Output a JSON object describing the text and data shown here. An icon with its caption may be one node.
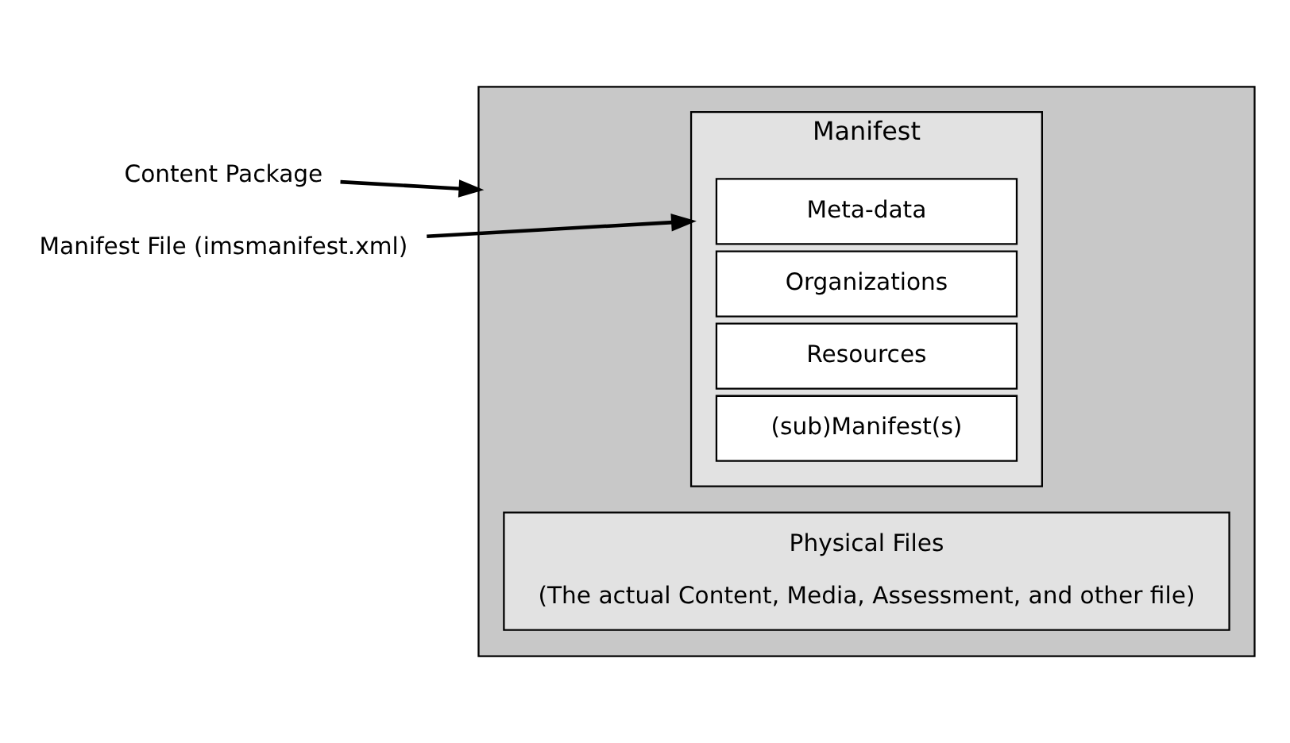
{
  "diagram": {
    "nodes": [
      {
        "text": [
          "Content Package"
        ]
      },
      {
        "text": [],
        "shape": "box"
      },
      {
        "text": [
          "Manifest"
        ],
        "in": 1
      },
      {
        "text": [
          "Meta-data"
        ],
        "in": 2
      },
      {
        "text": [
          "Organizations"
        ],
        "in": 2
      },
      {
        "text": [
          "Resources"
        ],
        "in": 2
      },
      {
        "text": [
          "(sub)Manifest(s)"
        ],
        "in": 2
      },
      {
        "text": [
          "Manifest File (imsmanifest.xml)"
        ]
      },
      {
        "text": [
          "Physical Files",
          "(The actual Content, Media, Assessment, and other file)"
        ],
        "in": 1
      }
    ],
    "edges": [
      {
        "from": 0,
        "to": 1,
        "arrow": "to"
      },
      {
        "from": 7,
        "to": 2,
        "arrow": "to"
      }
    ]
  }
}
